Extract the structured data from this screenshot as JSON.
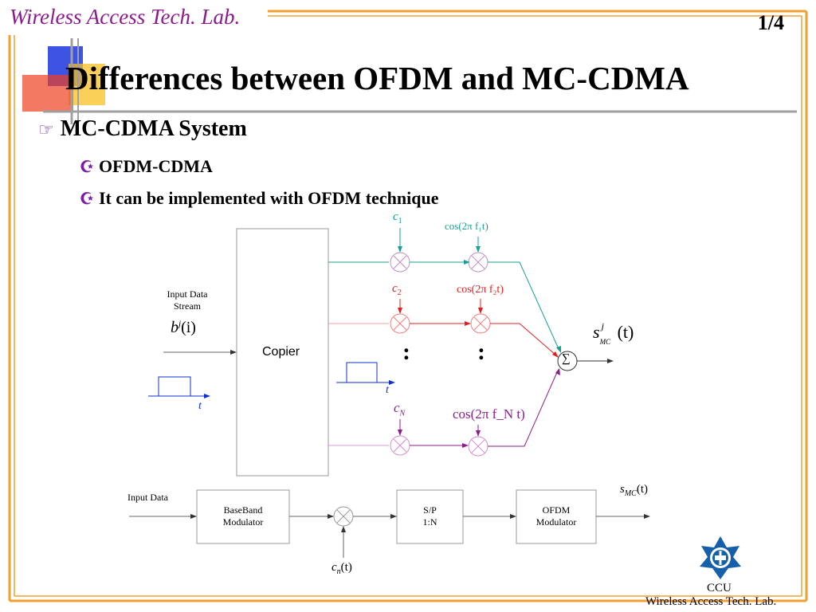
{
  "header": {
    "lab_name": "Wireless Access Tech. Lab.",
    "page": "1/4"
  },
  "slide": {
    "title": "Differences between OFDM and MC-CDMA",
    "bullet": "MC-CDMA System",
    "sub_bullets": [
      "OFDM-CDMA",
      "It can be implemented with OFDM technique"
    ]
  },
  "diagram1": {
    "input_label_line1": "Input Data",
    "input_label_line2": "Stream",
    "input_symbol": "b",
    "input_symbol_sup": "j",
    "input_symbol_arg": "(i)",
    "copier": "Copier",
    "t_label": "t",
    "codes": [
      "c",
      "c",
      "c"
    ],
    "code_subs": [
      "1",
      "2",
      "N"
    ],
    "carriers": [
      "cos(2π f₁t)",
      "cos(2π f₂t)",
      "cos(2π f_N t)"
    ],
    "carrier_subs": [
      "1",
      "2",
      "N"
    ],
    "sum_symbol": "∑",
    "output_symbol": "s",
    "output_sup": "j",
    "output_sub": "MC",
    "output_arg": "(t)",
    "dots": ":"
  },
  "diagram2": {
    "input_label": "Input Data",
    "baseband_line1": "BaseBand",
    "baseband_line2": "Modulator",
    "sp_line1": "S/P",
    "sp_line2": "1:N",
    "ofdm_line1": "OFDM",
    "ofdm_line2": "Modulator",
    "code_symbol": "c",
    "code_sub": "n",
    "code_arg": "(t)",
    "output_symbol": "s",
    "output_sub": "MC",
    "output_arg": "(t)"
  },
  "footer": {
    "ccu": "CCU",
    "lab": "Wireless Access Tech. Lab."
  },
  "colors": {
    "header_purple": "#8b1a8b",
    "bullet_purple": "#7a1fa2",
    "frame_orange": "#f0a030",
    "teal": "#1aa090",
    "red": "#e02020",
    "purple": "#8a1f8a",
    "blue": "#1030d0",
    "logo_blue": "#1560a8"
  }
}
